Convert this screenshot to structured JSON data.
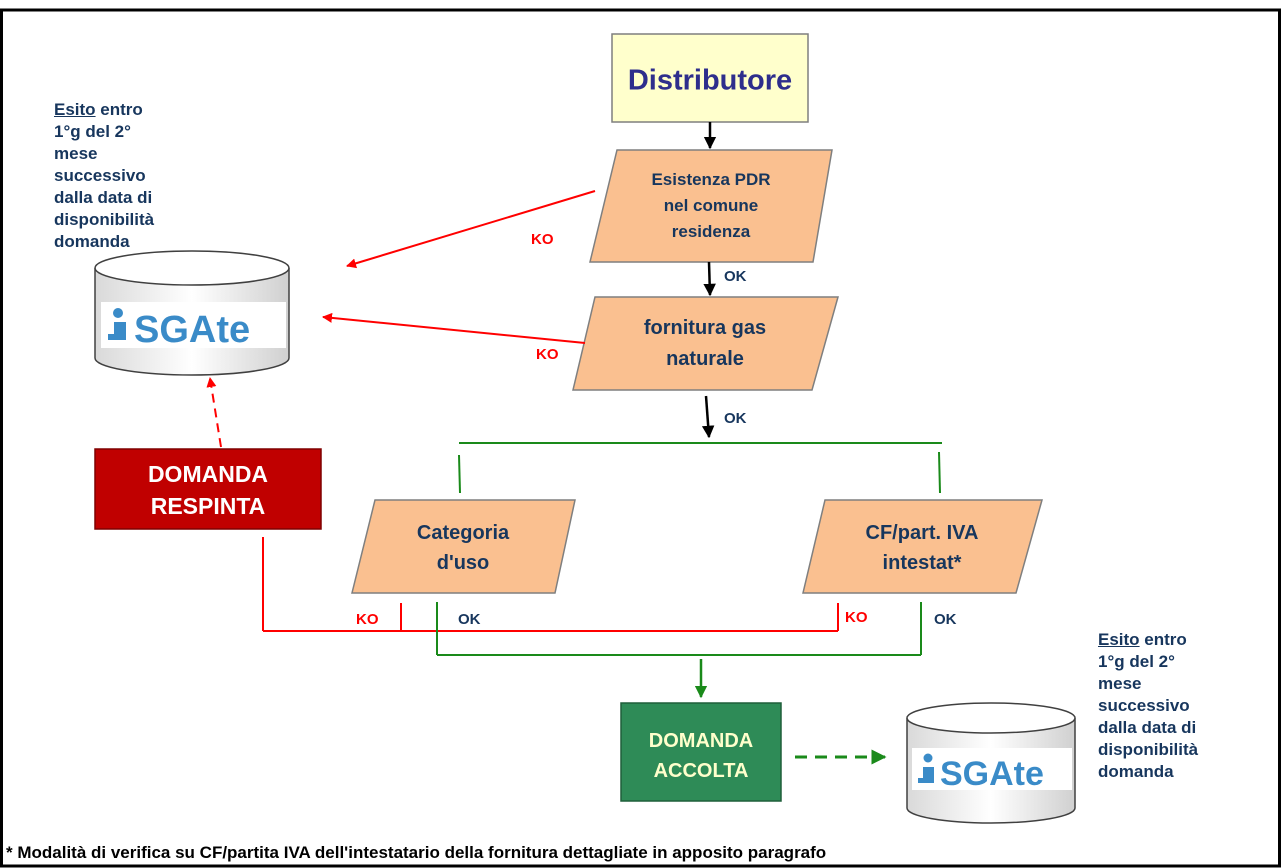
{
  "nodes": {
    "distributore": "Distributore",
    "esistenza_pdr": [
      "Esistenza PDR",
      "nel comune",
      "residenza"
    ],
    "fornitura_gas": [
      "fornitura gas",
      "naturale"
    ],
    "categoria_uso": [
      "Categoria",
      "d'uso"
    ],
    "cf_piva": [
      "CF/part. IVA",
      "intestat*"
    ],
    "domanda_respinta": [
      "DOMANDA",
      "RESPINTA"
    ],
    "domanda_accolta": [
      "DOMANDA",
      "ACCOLTA"
    ],
    "sgate_logo": "SGAte"
  },
  "labels": {
    "ko": "KO",
    "ok": "OK"
  },
  "notes": {
    "esito_word": "Esito",
    "esito_rest": " entro",
    "esito_lines": "1°g del 2°\nmese\nsuccessivo\ndalla data  di\ndisponibilità\ndomanda"
  },
  "footnote": "*  Modalità di verifica su CF/partita IVA dell'intestatario della fornitura  dettagliate in apposito paragrafo",
  "colors": {
    "box_orange": "#fac090",
    "box_yellow": "#ffffcc",
    "rejected_red": "#c00000",
    "accepted_green": "#2e8b57",
    "ko_red": "#ff0000",
    "ok_green": "#1a8a1a",
    "text_navy": "#17365d",
    "title_purple": "#2e2e8c"
  }
}
